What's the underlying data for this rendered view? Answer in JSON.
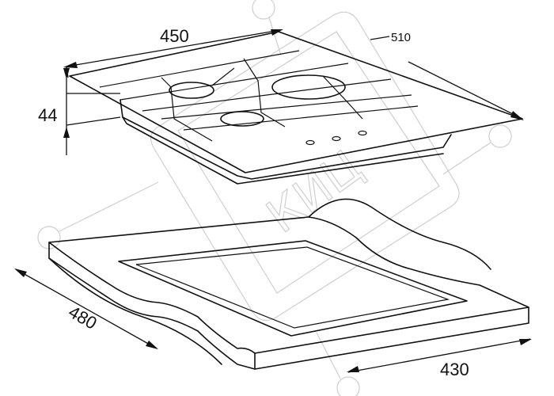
{
  "diagram": {
    "dimensions": {
      "hob_width": "450",
      "hob_depth": "510",
      "hob_height": "44",
      "cutout_depth": "480",
      "cutout_width": "430"
    },
    "watermark": "КИЦ",
    "burners": 3,
    "control_knobs": 3,
    "colors": {
      "line": "#111111",
      "watermark": "#cfcfcf",
      "background": "#ffffff"
    }
  }
}
